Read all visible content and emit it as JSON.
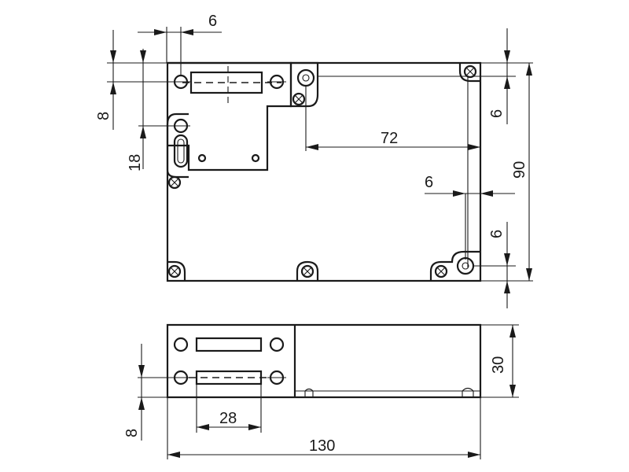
{
  "dimensions": {
    "top_hole_offset": "6",
    "left_hole_offset": "8",
    "slot_offset": "18",
    "mount_hole_spacing": "72",
    "right_hole_offset_top": "6",
    "height": "90",
    "right_hole_offset_h": "6",
    "right_hole_offset_bottom": "6",
    "depth": "30",
    "slot_length": "28",
    "side_hole_offset": "8",
    "width": "130"
  }
}
